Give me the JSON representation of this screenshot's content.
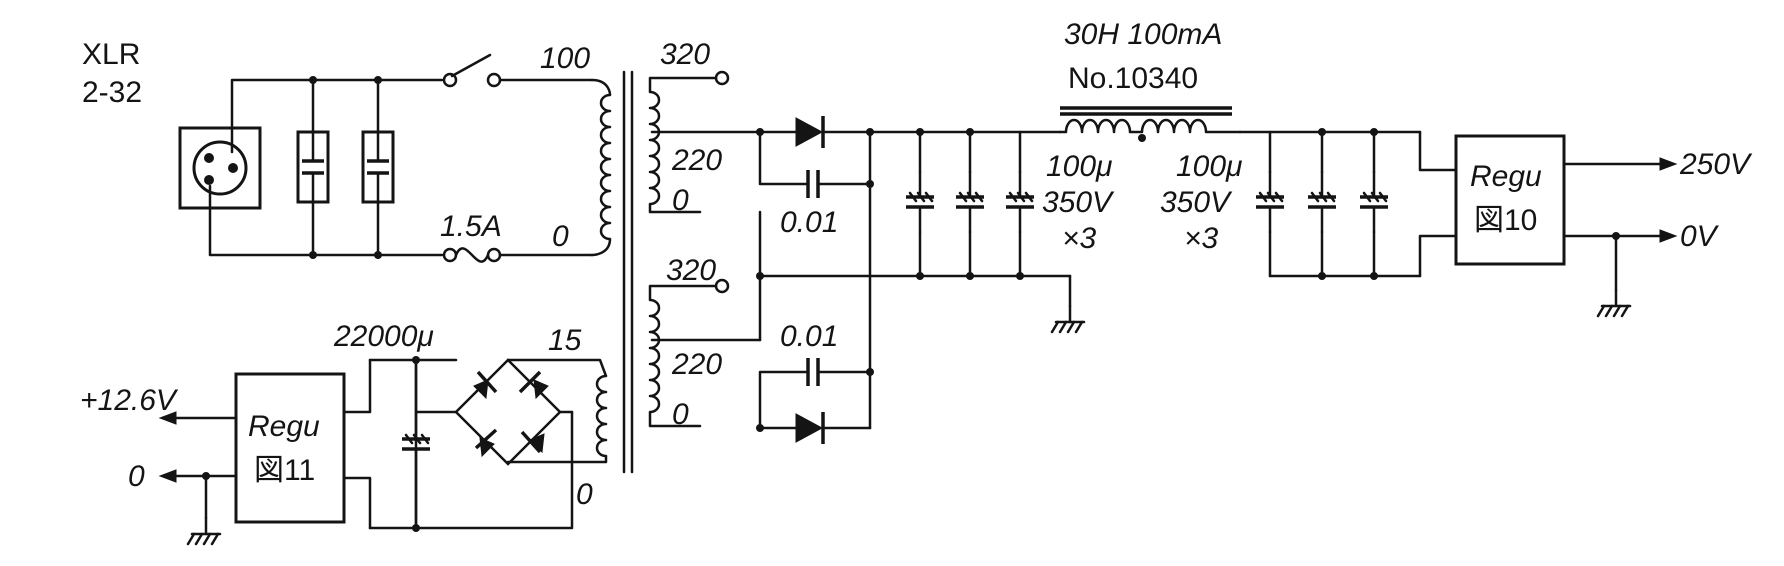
{
  "connector": {
    "name": "XLR",
    "part": "2-32"
  },
  "fuse": {
    "rating": "1.5A"
  },
  "transformer": {
    "primary": {
      "tap_high": "100",
      "tap_low": "0"
    },
    "secondary_a": {
      "tap_320": "320",
      "tap_220": "220",
      "tap_0": "0"
    },
    "secondary_b": {
      "tap_320": "320",
      "tap_220": "220",
      "tap_0": "0"
    },
    "secondary_c": {
      "tap_high": "15",
      "tap_low": "0"
    }
  },
  "snubber_caps": {
    "upper": "0.01",
    "lower": "0.01"
  },
  "choke": {
    "spec": "30H 100mA",
    "part": "No.10340"
  },
  "cap_bank_1": {
    "value": "100μ",
    "voltage": "350V",
    "count": "×3"
  },
  "cap_bank_2": {
    "value": "100μ",
    "voltage": "350V",
    "count": "×3"
  },
  "regulator_hv": {
    "title": "Regu",
    "ref": "図10"
  },
  "regulator_lv": {
    "title": "Regu",
    "ref": "図11"
  },
  "filter_cap_lv": {
    "value": "22000μ"
  },
  "outputs": {
    "hv_plus": "250V",
    "hv_ground": "0V",
    "lv_plus": "+12.6V",
    "lv_ground": "0"
  }
}
